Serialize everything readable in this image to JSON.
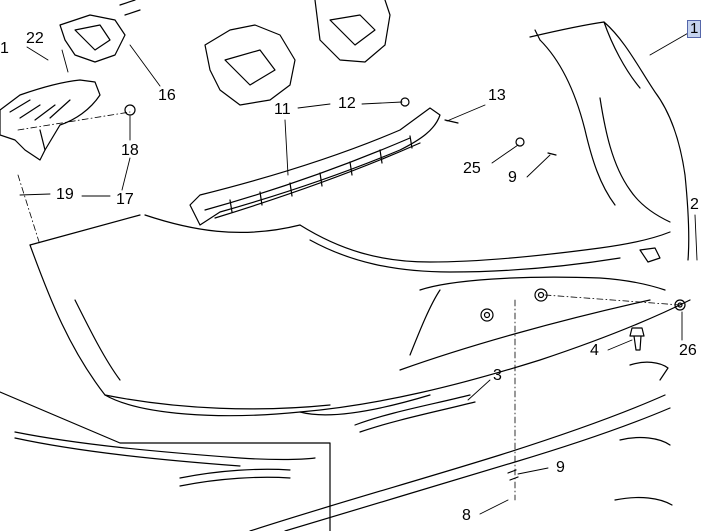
{
  "diagram": {
    "callouts": {
      "c1_left": "1",
      "c1_hl": "1",
      "c2": "2",
      "c3": "3",
      "c4": "4",
      "c8": "8",
      "c9a": "9",
      "c9b": "9",
      "c11": "11",
      "c12": "12",
      "c13": "13",
      "c16": "16",
      "c17": "17",
      "c18": "18",
      "c19": "19",
      "c22": "22",
      "c25": "25",
      "c26": "26"
    },
    "colors": {
      "line": "#000000",
      "highlight_fill": "#c5d3ee",
      "highlight_border": "#5566aa"
    }
  }
}
